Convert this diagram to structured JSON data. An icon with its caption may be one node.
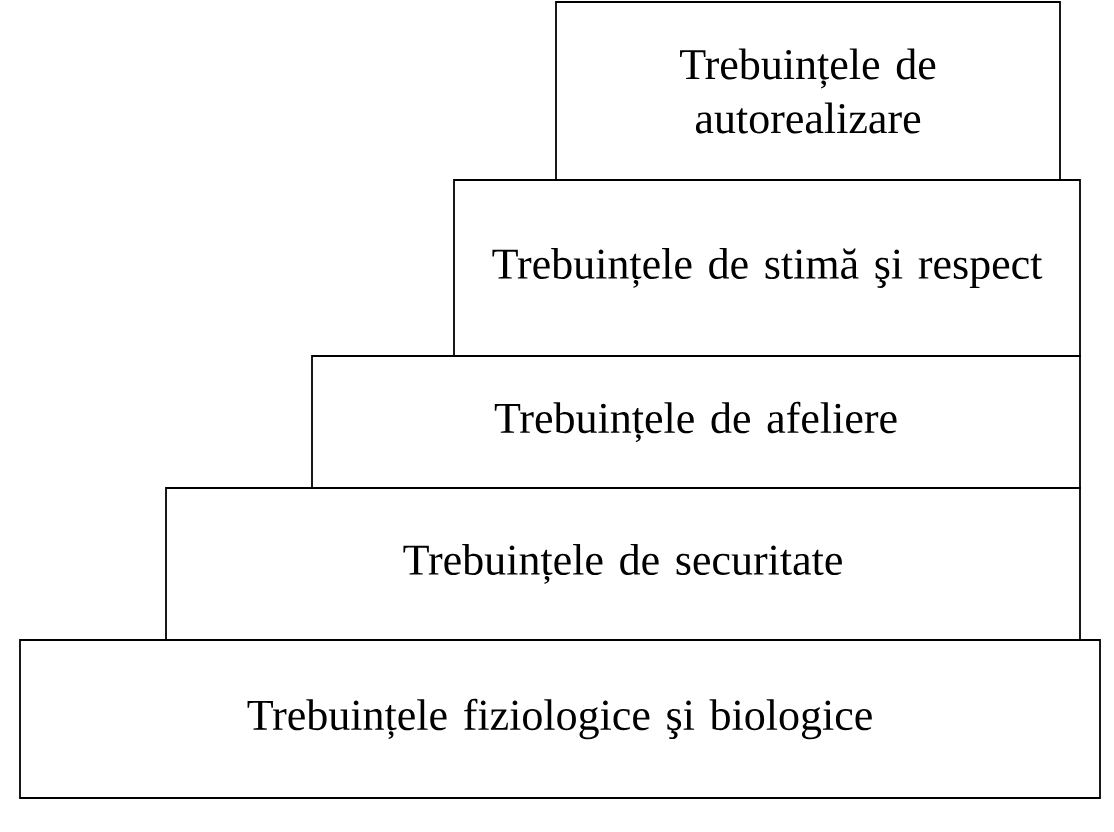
{
  "diagram": {
    "nodes": [
      {
        "text": [
          "Trebuințele de autorealizare"
        ]
      },
      {
        "text": [
          "Trebuințele de stimă şi respect"
        ]
      },
      {
        "text": [
          "Trebuințele de afeliere"
        ]
      },
      {
        "text": [
          "Trebuințele de securitate"
        ]
      },
      {
        "text": [
          "Trebuințele fiziologice şi biologice"
        ]
      }
    ]
  }
}
